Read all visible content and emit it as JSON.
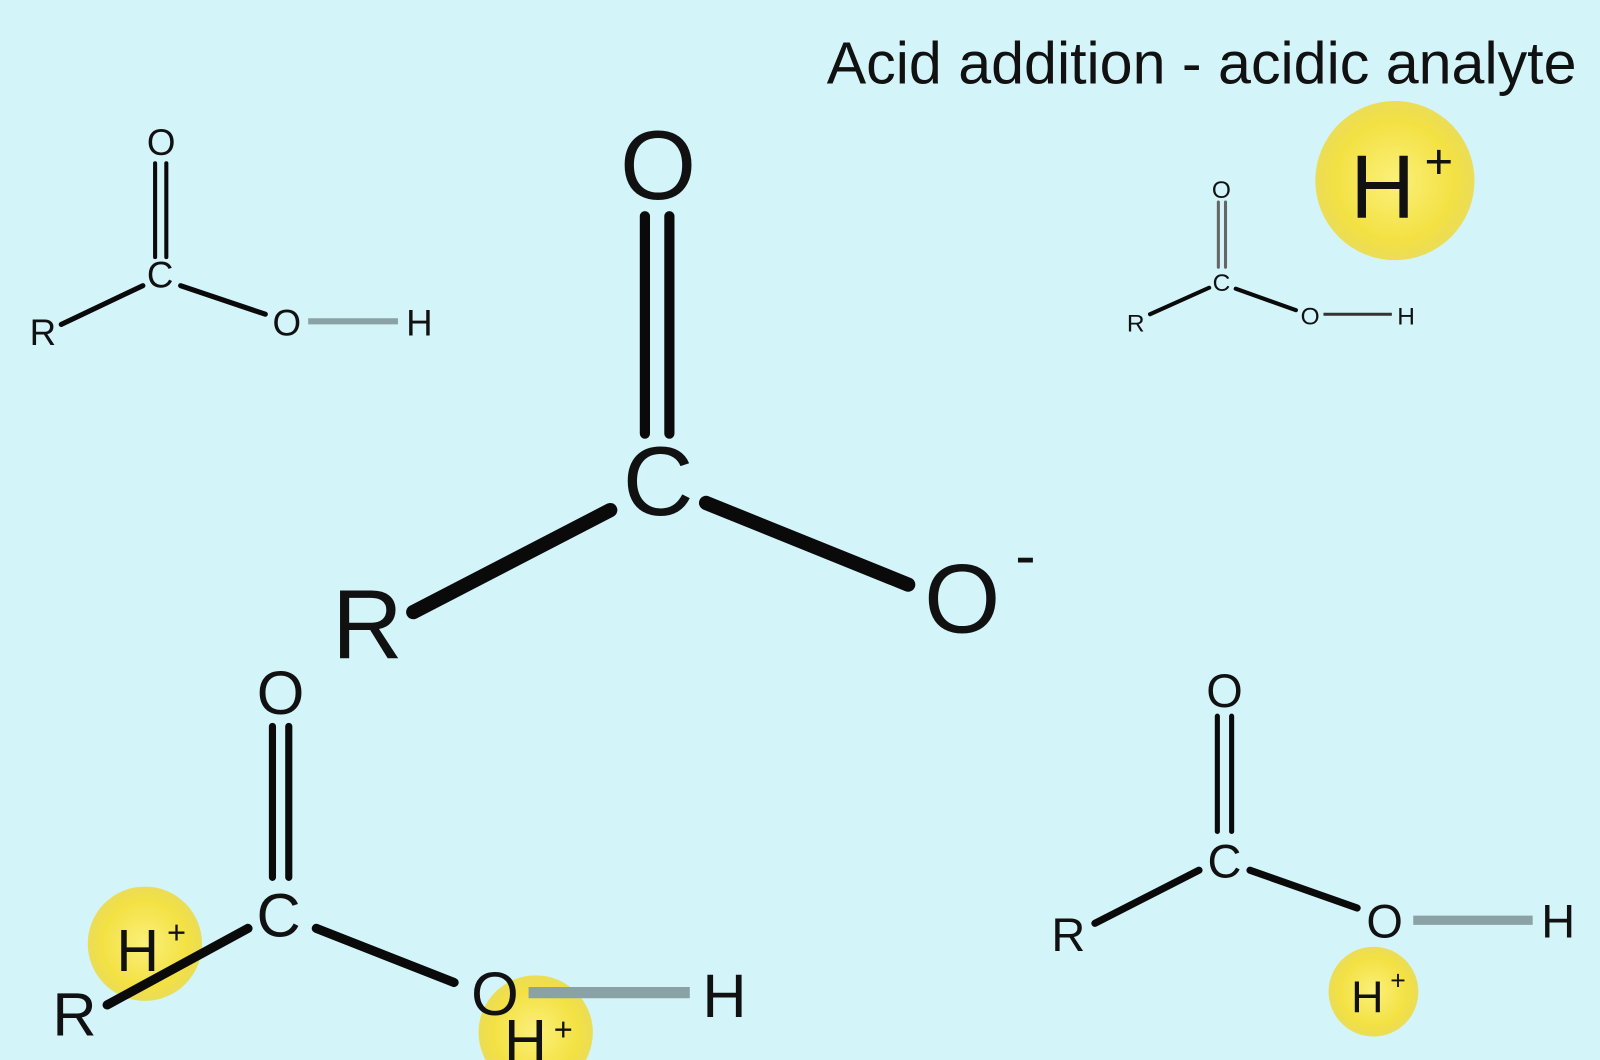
{
  "title": "Acid addition - acidic analyte",
  "colors": {
    "background": "#d3f4f9",
    "proton": "#f3e143",
    "bond": "#0a0a0a",
    "oh_bond": "#8aa2a6"
  },
  "molecules": {
    "top_left": {
      "o_top": "O",
      "c": "C",
      "r": "R",
      "o": "O",
      "h": "H"
    },
    "center": {
      "o_top": "O",
      "c": "C",
      "r": "R",
      "o": "O",
      "charge": "-"
    },
    "top_right": {
      "o_top": "O",
      "c": "C",
      "r": "R",
      "o": "O",
      "h": "H"
    },
    "bottom_left": {
      "o_top": "O",
      "c": "C",
      "r": "R",
      "o": "O",
      "h": "H"
    },
    "bottom_right": {
      "o_top": "O",
      "c": "C",
      "r": "R",
      "o": "O",
      "h": "H"
    }
  },
  "protons": {
    "free": {
      "h": "H",
      "plus": "+"
    },
    "bottom_left_1": {
      "h": "H",
      "plus": "+"
    },
    "bottom_left_2": {
      "h": "H",
      "plus": "+"
    },
    "bottom_right": {
      "h": "H",
      "plus": "+"
    }
  }
}
